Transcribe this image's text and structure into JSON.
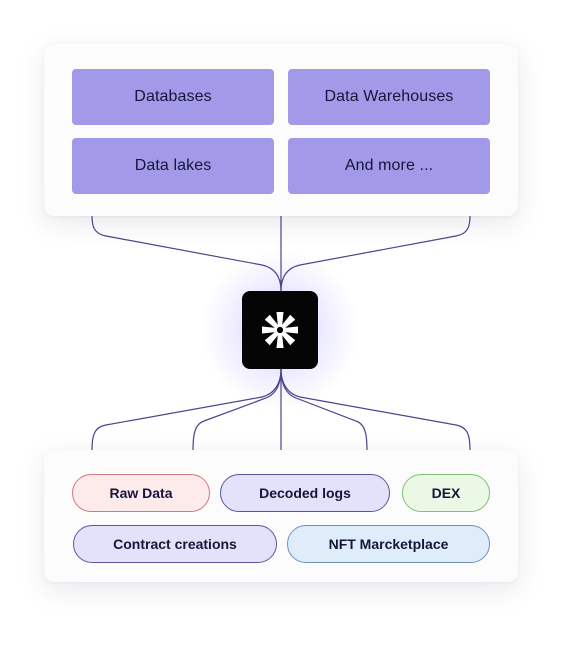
{
  "destinations": [
    {
      "label": "Databases"
    },
    {
      "label": "Data Warehouses"
    },
    {
      "label": "Data lakes"
    },
    {
      "label": "And more ..."
    }
  ],
  "hub": {
    "icon": "asterisk-logo-icon"
  },
  "sources": [
    {
      "label": "Raw Data",
      "color": "red"
    },
    {
      "label": "Decoded logs",
      "color": "purple"
    },
    {
      "label": "DEX",
      "color": "green"
    },
    {
      "label": "Contract creations",
      "color": "purple"
    },
    {
      "label": "NFT Marcketplace",
      "color": "blue"
    }
  ],
  "colors": {
    "destination_fill": "#a29ae8",
    "connector": "#4a4590",
    "hub": "#050505",
    "pill_red": "#fdeaea",
    "pill_purple": "#e4e2fb",
    "pill_green": "#ecf8e6",
    "pill_blue": "#dfedfb"
  }
}
